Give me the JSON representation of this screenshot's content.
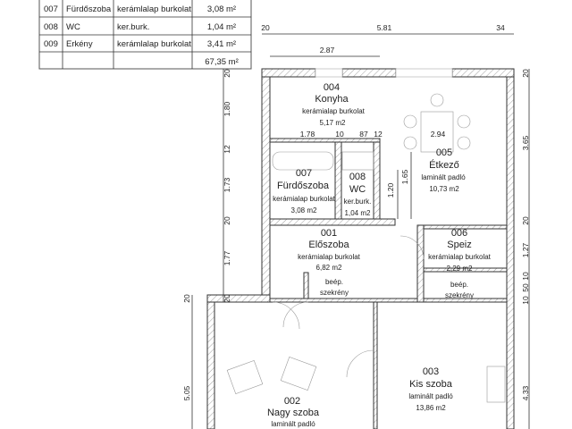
{
  "table": {
    "rows": [
      {
        "no": "007",
        "name": "Fürdőszoba",
        "floor": "kerámlalap burkolat",
        "area": "3,08 m²"
      },
      {
        "no": "008",
        "name": "WC",
        "floor": "ker.burk.",
        "area": "1,04 m²"
      },
      {
        "no": "009",
        "name": "Erkény",
        "floor": "kerámlalap burkolat",
        "area": "3,41 m²"
      }
    ],
    "total": "67,35 m²"
  },
  "rooms": {
    "konyha": {
      "no": "004",
      "name": "Konyha",
      "floor": "kerámialap burkolat",
      "area": "5,17 m2"
    },
    "etkezo": {
      "no": "005",
      "name": "Étkező",
      "floor": "laminált padló",
      "area": "10,73 m2"
    },
    "furdo": {
      "no": "007",
      "name": "Fürdőszoba",
      "floor": "kerámialap burkolat",
      "area": "3,08 m2"
    },
    "wc": {
      "no": "008",
      "name": "WC",
      "floor": "ker.burk.",
      "area": "1,04 m2"
    },
    "eloszoba": {
      "no": "001",
      "name": "Előszoba",
      "floor": "kerámialap burkolat",
      "area": "6,82 m2"
    },
    "speiz": {
      "no": "006",
      "name": "Speiz",
      "floor": "kerámialap burkolat",
      "area": "2,29 m2"
    },
    "kis": {
      "no": "003",
      "name": "Kis szoba",
      "floor": "laminált padló",
      "area": "13,86 m2"
    },
    "nagy": {
      "no": "002",
      "name": "Nagy szoba",
      "floor": "laminált padló"
    }
  },
  "closets": {
    "line1": "beép.",
    "line2": "szekrény"
  },
  "dims": {
    "top": {
      "a": "20",
      "b": "5.81",
      "c": "34",
      "d": "2.87"
    },
    "inner": {
      "a": "1.78",
      "b": "10",
      "c": "87",
      "d": "12",
      "e": "2.94",
      "f": "1.20",
      "g": "1.65"
    },
    "left": {
      "a": "20",
      "b": "1.80",
      "c": "12",
      "d": "1.73",
      "e": "20",
      "f": "1.77",
      "g": "20",
      "h": "20",
      "i": "5.05"
    },
    "right": {
      "a": "20",
      "b": "3.65",
      "c": "20",
      "d": "1.27",
      "e": "10",
      "f": "50",
      "g": "10",
      "h": "4.33"
    }
  }
}
